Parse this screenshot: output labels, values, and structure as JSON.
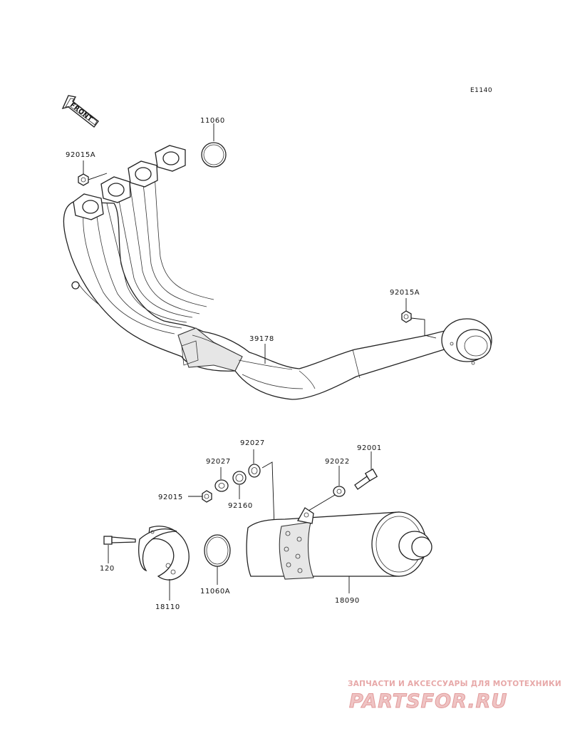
{
  "diagram_code": "E1140",
  "front_indicator": "FRONT",
  "part_labels": {
    "p11060": "11060",
    "p92015A_top": "92015A",
    "p92015A_right": "92015A",
    "p39178": "39178",
    "p92027_top": "92027",
    "p92027_left": "92027",
    "p92001": "92001",
    "p92022": "92022",
    "p92015": "92015",
    "p92160": "92160",
    "p120": "120",
    "p18110": "18110",
    "p11060A": "11060A",
    "p18090": "18090"
  },
  "watermark": {
    "tagline": "ЗАПЧАСТИ И АКСЕССУАРЫ ДЛЯ МОТОТЕХНИКИ",
    "logo": "PARTSFOR.RU",
    "color": "#e7a8a8"
  }
}
